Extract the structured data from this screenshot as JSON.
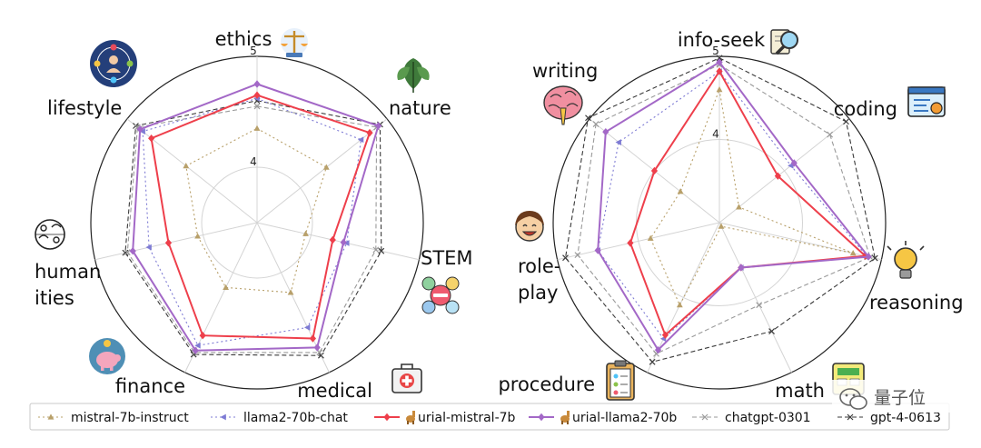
{
  "chart_data": [
    {
      "type": "radar",
      "axes": [
        "ethics",
        "nature",
        "STEM",
        "medical",
        "finance",
        "humanities",
        "lifestyle"
      ],
      "axis_label_lines": [
        [
          "ethics"
        ],
        [
          "nature"
        ],
        [
          "STEM"
        ],
        [
          "medical"
        ],
        [
          "finance"
        ],
        [
          "human",
          "ities"
        ],
        [
          "lifestyle"
        ]
      ],
      "axis_icons": [
        "scales-icon",
        "leaf-icon",
        "stem-icon",
        "first-aid-kit-icon",
        "piggy-bank-icon",
        "humanities-icon",
        "lifestyle-icon"
      ],
      "rlim": [
        3.5,
        5.0
      ],
      "ticks": [
        4,
        5
      ],
      "tick_labels": [
        "4",
        "5"
      ],
      "series": [
        {
          "name": "mistral-7b-instruct",
          "values": [
            4.35,
            4.3,
            3.95,
            4.2,
            4.15,
            4.05,
            4.32
          ]
        },
        {
          "name": "llama2-70b-chat",
          "values": [
            4.62,
            4.7,
            4.33,
            4.55,
            4.73,
            4.5,
            4.82
          ]
        },
        {
          "name": "urial-mistral-7b",
          "values": [
            4.65,
            4.8,
            4.2,
            4.66,
            4.63,
            4.32,
            4.72
          ]
        },
        {
          "name": "urial-llama2-70b",
          "values": [
            4.75,
            4.9,
            4.3,
            4.75,
            4.78,
            4.65,
            4.85
          ]
        },
        {
          "name": "chatgpt-0301",
          "values": [
            4.55,
            4.88,
            4.6,
            4.8,
            4.8,
            4.7,
            4.88
          ]
        },
        {
          "name": "gpt-4-0613",
          "values": [
            4.6,
            4.92,
            4.65,
            4.83,
            4.82,
            4.72,
            4.9
          ]
        }
      ]
    },
    {
      "type": "radar",
      "axes": [
        "info-seek",
        "coding",
        "reasoning",
        "math",
        "procedure",
        "role-play",
        "writing"
      ],
      "axis_label_lines": [
        [
          "info-seek"
        ],
        [
          "coding"
        ],
        [
          "reasoning"
        ],
        [
          "math"
        ],
        [
          "procedure"
        ],
        [
          "role-",
          "play"
        ],
        [
          "writing"
        ]
      ],
      "axis_icons": [
        "magnifier-icon",
        "code-window-icon",
        "lightbulb-icon",
        "calculator-icon",
        "clipboard-icon",
        "happy-face-icon",
        "brain-icon"
      ],
      "rlim": [
        3.0,
        5.0
      ],
      "ticks": [
        4,
        5
      ],
      "tick_labels": [
        "4",
        "5"
      ],
      "series": [
        {
          "name": "mistral-7b-instruct",
          "values": [
            4.6,
            3.3,
            4.65,
            3.05,
            4.1,
            3.85,
            3.6
          ]
        },
        {
          "name": "llama2-70b-chat",
          "values": [
            4.82,
            4.1,
            4.82,
            3.6,
            4.55,
            4.5,
            4.55
          ]
        },
        {
          "name": "urial-mistral-7b",
          "values": [
            4.82,
            3.9,
            4.8,
            3.6,
            4.5,
            4.1,
            4.0
          ]
        },
        {
          "name": "urial-llama2-70b",
          "values": [
            4.93,
            4.15,
            4.84,
            3.6,
            4.7,
            4.5,
            4.75
          ]
        },
        {
          "name": "chatgpt-0301",
          "values": [
            4.9,
            4.7,
            4.86,
            4.1,
            4.75,
            4.75,
            4.9
          ]
        },
        {
          "name": "gpt-4-0613",
          "values": [
            4.98,
            4.95,
            4.92,
            4.45,
            4.86,
            4.9,
            5.02
          ]
        }
      ]
    }
  ],
  "legend": [
    {
      "name": "mistral-7b-instruct",
      "color": "#b8a06a",
      "dash": "2,3",
      "marker": "triangle-up",
      "emoji": false
    },
    {
      "name": "llama2-70b-chat",
      "color": "#7e7bd4",
      "dash": "2,3",
      "marker": "triangle-left",
      "emoji": false
    },
    {
      "name": "urial-mistral-7b",
      "color": "#ee3f4b",
      "dash": "",
      "marker": "diamond",
      "emoji": true
    },
    {
      "name": "urial-llama2-70b",
      "color": "#a368c7",
      "dash": "",
      "marker": "diamond",
      "emoji": true
    },
    {
      "name": "chatgpt-0301",
      "color": "#9a9a9a",
      "dash": "5,3",
      "marker": "x",
      "emoji": false
    },
    {
      "name": "gpt-4-0613",
      "color": "#3a3a3a",
      "dash": "5,3",
      "marker": "x",
      "emoji": false
    }
  ],
  "watermark": {
    "text": "量子位",
    "icon": "wechat-icon"
  }
}
